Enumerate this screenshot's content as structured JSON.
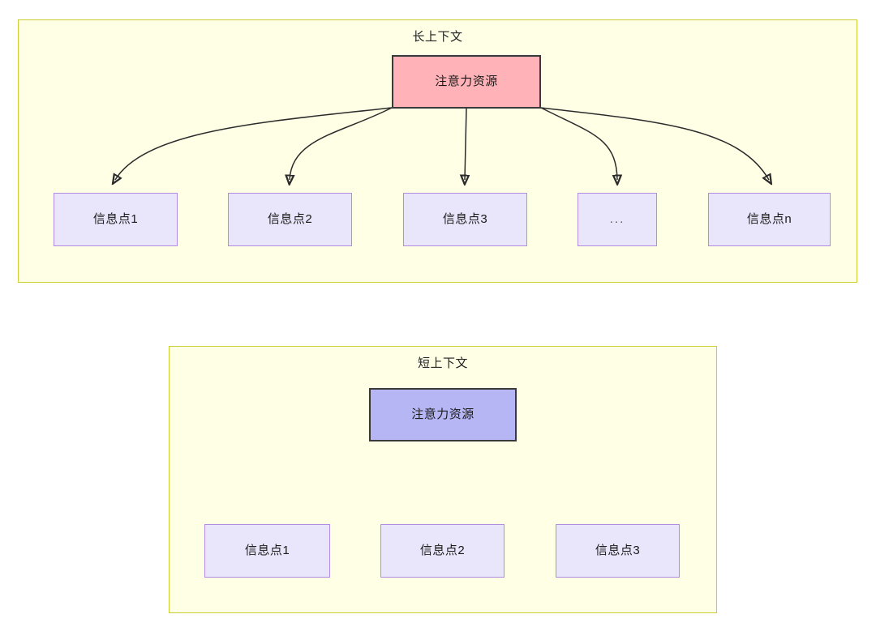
{
  "diagram": {
    "type": "flowchart",
    "background": "#ffffff",
    "palette": {
      "panel_fill": "#FFFFE6",
      "panel_border": "#CCCC33",
      "root_long_fill": "#FFB3B8",
      "root_short_fill": "#B6B6F5",
      "root_border": "#3A3A3A",
      "info_fill": "#E9E6FB",
      "info_border": "#B28CE0",
      "edge_stroke": "#2b2b2b",
      "text": "#1a1a1a"
    },
    "panels": [
      {
        "id": "long-context",
        "title": "长上下文",
        "root": {
          "label": "注意力资源",
          "style": "red"
        },
        "children": [
          {
            "label": "信息点1"
          },
          {
            "label": "信息点2"
          },
          {
            "label": "信息点3"
          },
          {
            "label": "..."
          },
          {
            "label": "信息点n"
          }
        ]
      },
      {
        "id": "short-context",
        "title": "短上下文",
        "root": {
          "label": "注意力资源",
          "style": "blue"
        },
        "children": [
          {
            "label": "信息点1"
          },
          {
            "label": "信息点2"
          },
          {
            "label": "信息点3"
          }
        ]
      }
    ]
  }
}
